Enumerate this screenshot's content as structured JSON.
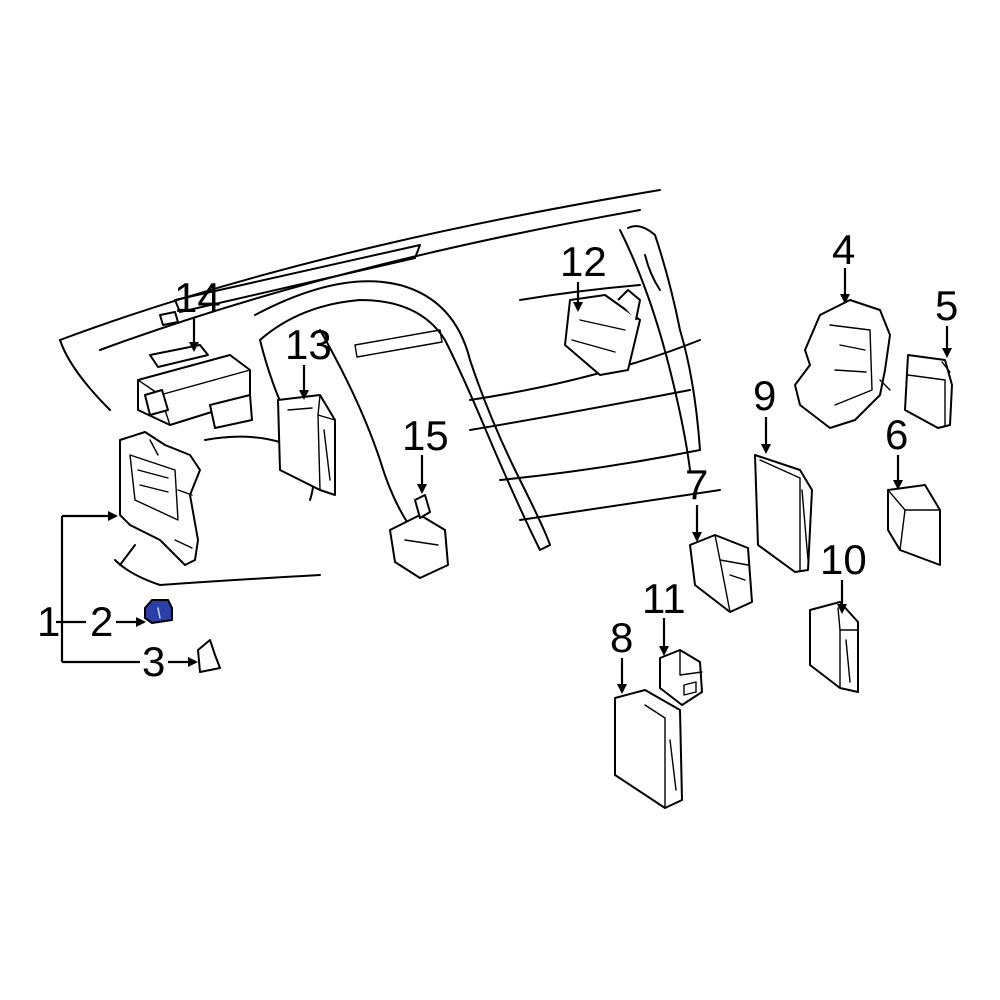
{
  "diagram": {
    "callouts": [
      "1",
      "2",
      "3",
      "4",
      "5",
      "6",
      "7",
      "8",
      "9",
      "10",
      "11",
      "12",
      "13",
      "14",
      "15"
    ],
    "highlight_color": "#2b3fa8",
    "highlighted_part": "2"
  }
}
